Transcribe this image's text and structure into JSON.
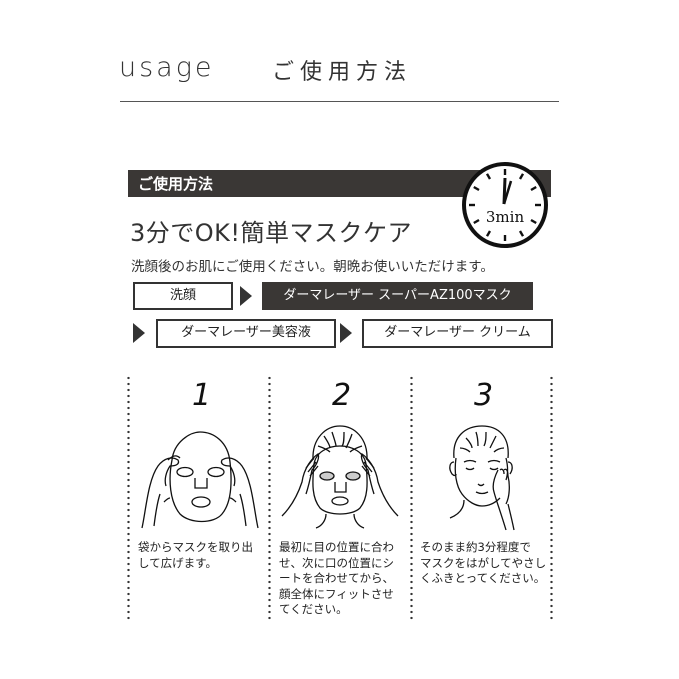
{
  "page": {
    "title_en": "usage",
    "title_jp": "ご使用方法"
  },
  "panel": {
    "header_label": "ご使用方法",
    "clock_label": "3min",
    "headline": "3分でOK!簡単マスクケア",
    "subline": "洗顔後のお肌にご使用ください。朝晩お使いいただけます。"
  },
  "flow": {
    "steps": [
      {
        "label": "洗顔",
        "style": "outline"
      },
      {
        "label": "ダーマレーザー スーパーAZ100マスク",
        "style": "dark"
      },
      {
        "label": "ダーマレーザー美容液",
        "style": "outline"
      },
      {
        "label": "ダーマレーザー クリーム",
        "style": "outline"
      }
    ]
  },
  "steps": [
    {
      "number": "1",
      "illustration": "hands-unfolding-sheet-mask",
      "text_lines": [
        "袋からマスクを取り出",
        "して広げます。"
      ]
    },
    {
      "number": "2",
      "illustration": "applying-mask-to-face",
      "text_lines": [
        "最初に目の位置に合わ",
        "せ、次に口の位置にシ",
        "ートを合わせてから、",
        "顔全体にフィットさせ",
        "てください。"
      ]
    },
    {
      "number": "3",
      "illustration": "peeling-mask-and-patting-face",
      "text_lines": [
        "そのまま約3分程度で",
        "マスクをはがしてやさし",
        "くふきとってください。"
      ]
    }
  ],
  "colors": {
    "dark_bar": "#3a3735",
    "text": "#333333",
    "rule": "#555555"
  }
}
